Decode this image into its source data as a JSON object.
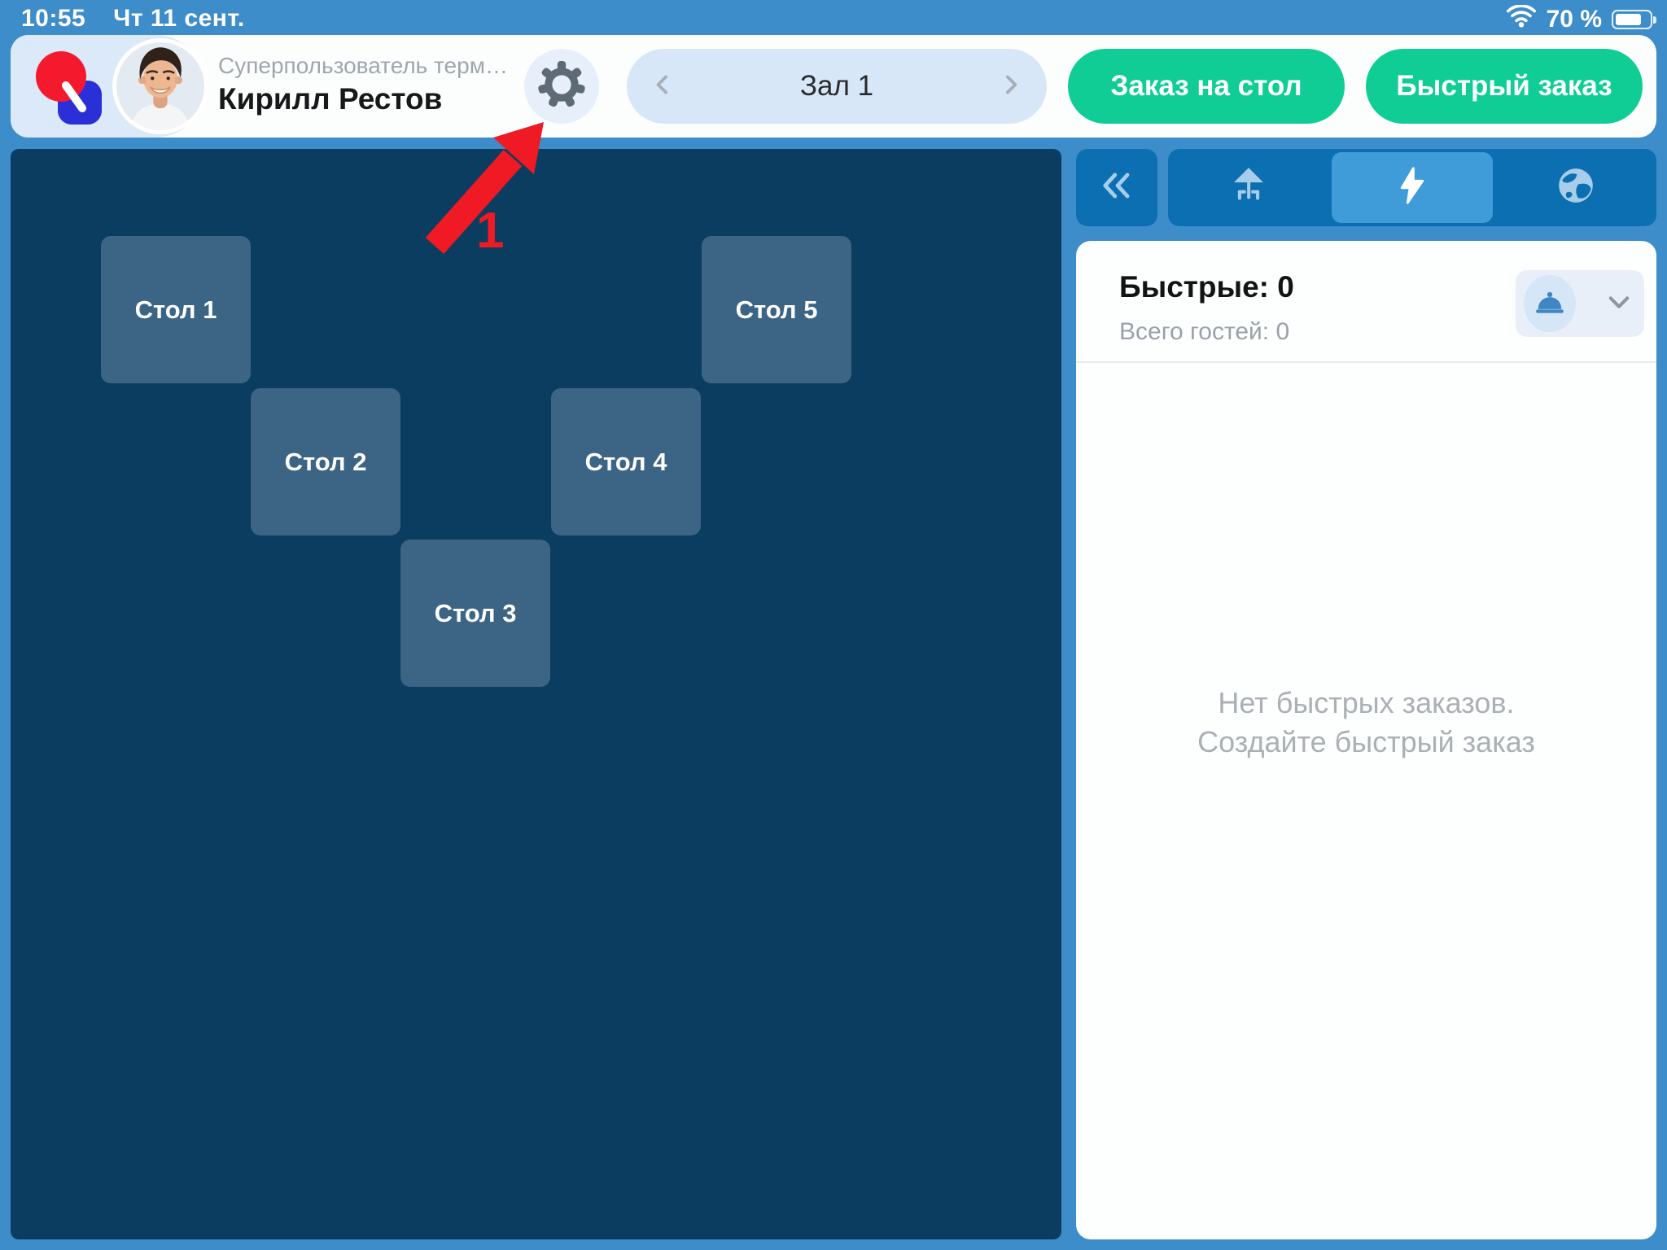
{
  "status_bar": {
    "time": "10:55",
    "date": "Чт 11 сент.",
    "battery_level": "70 %",
    "wifi_icon": "wifi-icon",
    "battery_icon": "battery-icon"
  },
  "header": {
    "role": "Суперпользователь термин…",
    "name": "Кирилл Рестов",
    "gear_icon": "gear-icon",
    "hall_selector": {
      "prev_icon": "chevron-left-icon",
      "label": "Зал 1",
      "next_icon": "chevron-right-icon"
    },
    "order_on_table_button": "Заказ на стол",
    "quick_order_button": "Быстрый заказ"
  },
  "annotation": {
    "step": "1"
  },
  "floor": {
    "tables": [
      {
        "label": "Стол 1"
      },
      {
        "label": "Стол 2"
      },
      {
        "label": "Стол 3"
      },
      {
        "label": "Стол 4"
      },
      {
        "label": "Стол 5"
      }
    ]
  },
  "sidebar": {
    "collapse_icon": "double-chevron-left-icon",
    "tabs": [
      {
        "icon": "terrace-icon",
        "selected": false
      },
      {
        "icon": "lightning-icon",
        "selected": true
      },
      {
        "icon": "globe-icon",
        "selected": false
      }
    ],
    "quick_orders_title": "Быстрые: 0",
    "guests_total": "Всего гостей: 0",
    "order_type_icon": "cloche-icon",
    "empty_state_line1": "Нет быстрых заказов.",
    "empty_state_line2": "Создайте быстрый заказ"
  },
  "colors": {
    "app_background": "#3E8DCB",
    "accent_green": "#10CD96",
    "floor_navy": "#0A3D60",
    "table_blue": "#3B6485",
    "toolbar_blue": "#0C6FB2",
    "selected_tab_blue": "#3F9CD9",
    "icon_tint": "#A6CDE9",
    "light_pill_blue": "#D8E7F8",
    "annotation_red": "#EF1A23"
  }
}
